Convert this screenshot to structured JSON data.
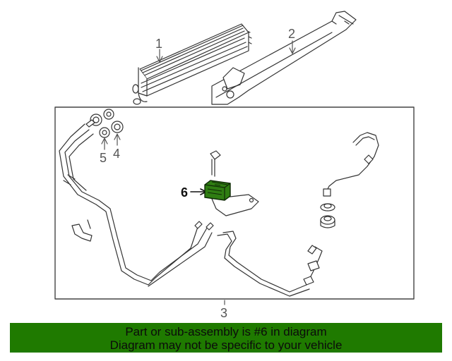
{
  "callouts": {
    "c1": "1",
    "c2": "2",
    "c3": "3",
    "c4": "4",
    "c5": "5",
    "c6": "6"
  },
  "banner": {
    "line1": "Part or sub-assembly is #6 in diagram",
    "line2": "Diagram may not be specific to your vehicle",
    "color": "#1f7a00"
  },
  "highlight_color": "#2f7d12"
}
